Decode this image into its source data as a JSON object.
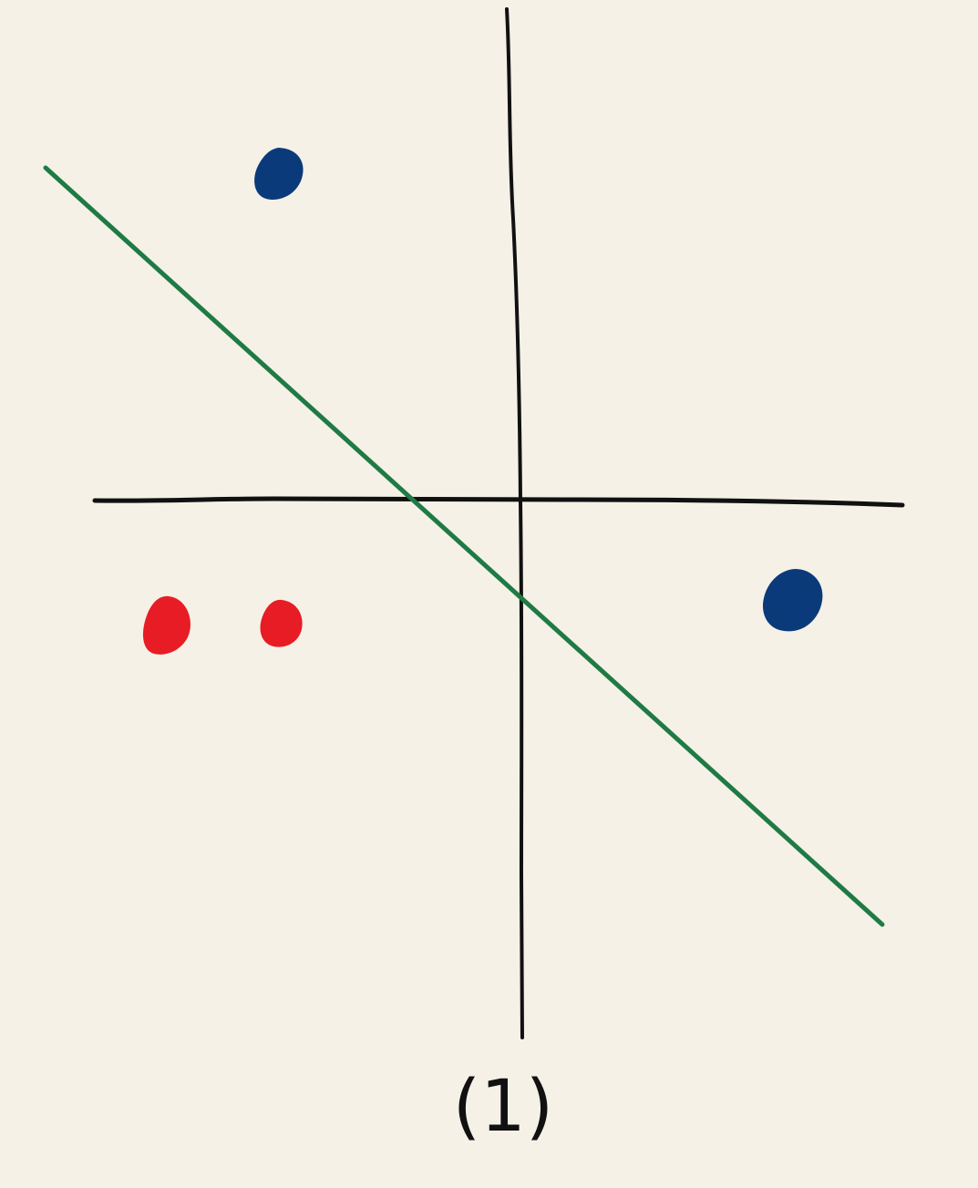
{
  "colors": {
    "paper": "#f5f1e7",
    "axes": "#111111",
    "separator_line": "#1f7a45",
    "class_a_points": "#0b3a7a",
    "class_b_points": "#e81c24"
  },
  "diagram": {
    "caption": "(1)",
    "points": [
      {
        "class": "blue",
        "color": "#0b3a7a"
      },
      {
        "class": "blue",
        "color": "#0b3a7a"
      },
      {
        "class": "red",
        "color": "#e81c24"
      },
      {
        "class": "red",
        "color": "#e81c24"
      }
    ]
  }
}
